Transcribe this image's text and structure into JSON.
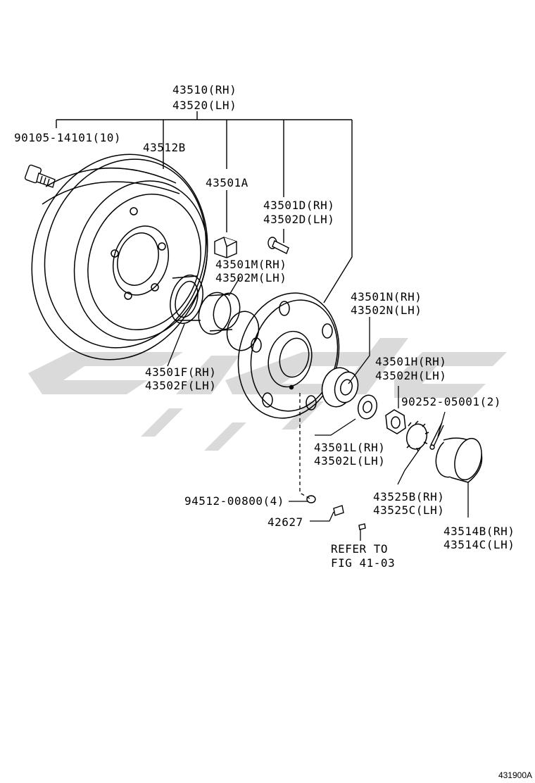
{
  "colors": {
    "line": "#000000",
    "watermark": "#d4d4d4",
    "background": "#ffffff"
  },
  "labels": {
    "hub_assembly_rh": "43510(RH)",
    "hub_assembly_lh": "43520(LH)",
    "bolt": "90105-14101(10)",
    "drum": "43512B",
    "spacer": "43501A",
    "bolt_d_rh": "43501D(RH)",
    "bolt_d_lh": "43502D(LH)",
    "bearing_m_rh": "43501M(RH)",
    "bearing_m_lh": "43502M(LH)",
    "bearing_n_rh": "43501N(RH)",
    "bearing_n_lh": "43502N(LH)",
    "seal_f_rh": "43501F(RH)",
    "seal_f_lh": "43502F(LH)",
    "nut_h_rh": "43501H(RH)",
    "nut_h_lh": "43502H(LH)",
    "cotter_pin": "90252-05001(2)",
    "washer_l_rh": "43501L(RH)",
    "washer_l_lh": "43502L(LH)",
    "lock_cap_rh": "43525B(RH)",
    "lock_cap_lh": "43525C(LH)",
    "grease_cap_rh": "43514B(RH)",
    "grease_cap_lh": "43514C(LH)",
    "nut": "94512-00800(4)",
    "stud": "42627",
    "refer_line1": "REFER TO",
    "refer_line2": "FIG 41-03",
    "figure_id": "431900A"
  }
}
